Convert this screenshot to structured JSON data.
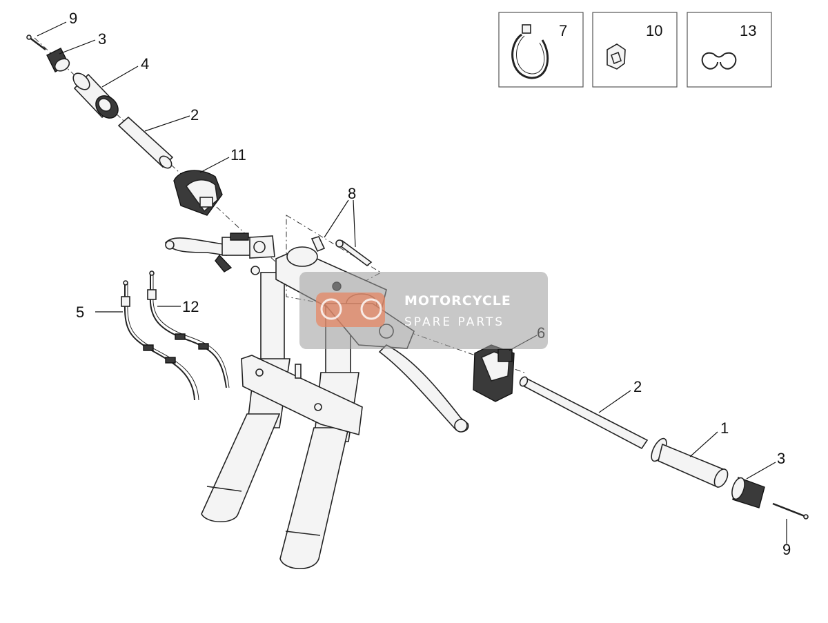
{
  "diagram": {
    "callouts": {
      "c1": "1",
      "c2_left": "2",
      "c2_right": "2",
      "c3_left": "3",
      "c3_right": "3",
      "c4": "4",
      "c5": "5",
      "c6": "6",
      "c7": "7",
      "c8": "8",
      "c9_left": "9",
      "c9_right": "9",
      "c10": "10",
      "c11": "11",
      "c12": "12",
      "c13": "13"
    },
    "watermark": {
      "title": "MOTORCYCLE",
      "subtitle": "SPARE PARTS"
    }
  }
}
